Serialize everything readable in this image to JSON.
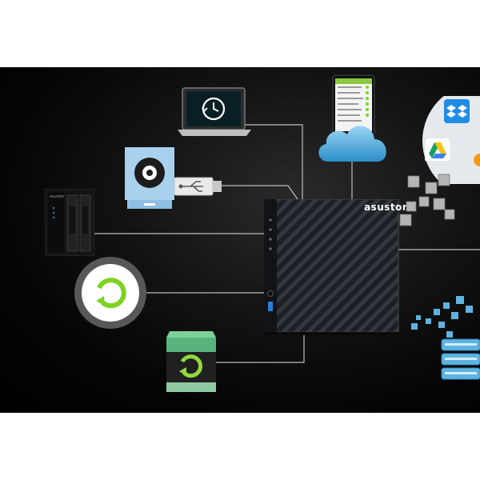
{
  "brand": {
    "logo_text": "asustor"
  },
  "devices": {
    "laptop": "laptop-with-time-machine",
    "smartphone": "android-smartphone",
    "cloud": "cloud",
    "dropbox": "dropbox-icon",
    "google_drive": "google-drive-icon",
    "optical_drive": "optical-disc-drive",
    "usb": "usb-drive",
    "remote_nas": "two-bay-nas",
    "backup_disk": "backup-disk",
    "sync_circle": "sync-circle",
    "nas": "asustor-four-bay-nas",
    "cubes": "data-cubes",
    "database": "database-stack"
  },
  "colors": {
    "background": "#000000",
    "connector": "#bdbdbd",
    "accent_green": "#7ed321",
    "accent_blue": "#5fb3e0"
  }
}
